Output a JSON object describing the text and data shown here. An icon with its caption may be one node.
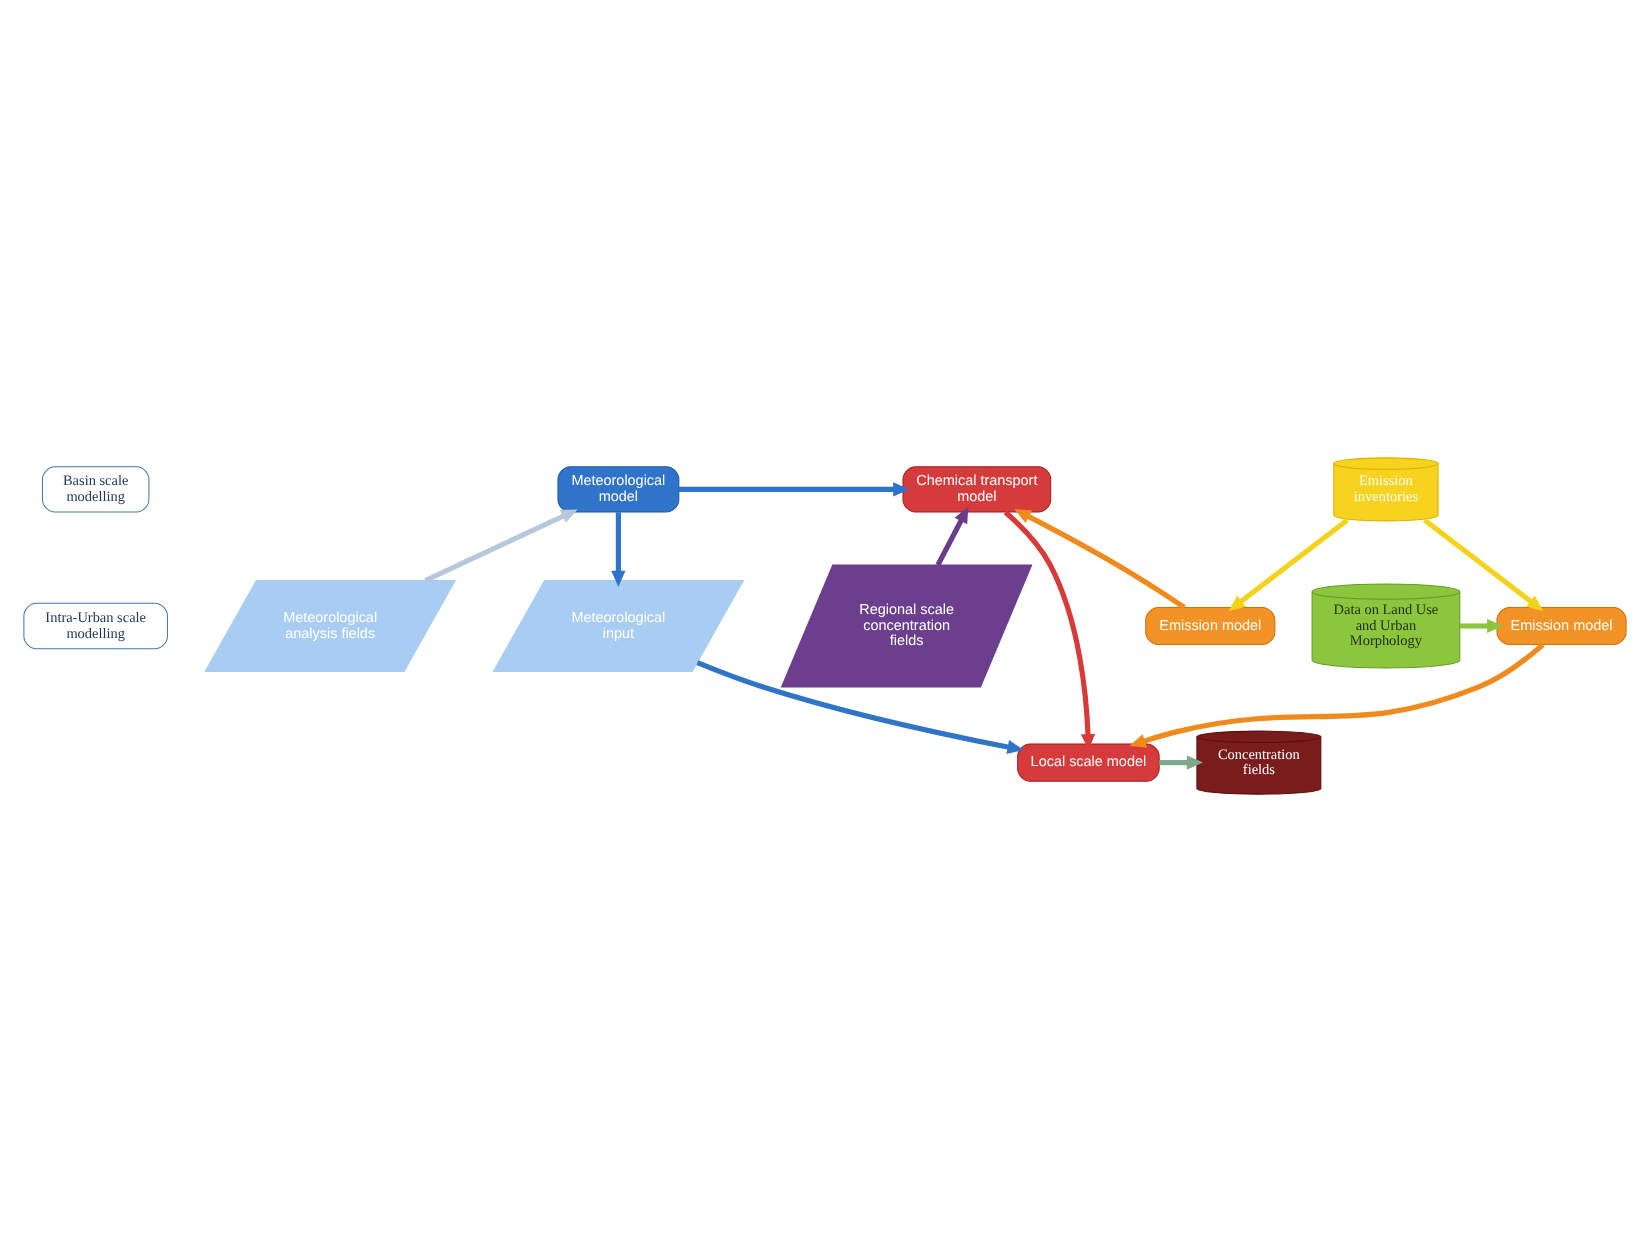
{
  "diagram": {
    "nodes": [
      {
        "text": [
          "Basin scale modelling"
        ]
      },
      {
        "text": [
          "Meteorological analysis fields"
        ]
      },
      {
        "text": [
          "Regional scale concentration fields"
        ]
      },
      {
        "text": [
          "Emission model"
        ]
      },
      {
        "text": [
          "Meteorological model"
        ]
      },
      {
        "text": [
          "Chemical transport model"
        ]
      },
      {
        "text": [
          "Emission inventories"
        ]
      },
      {
        "text": [
          "Meteorological input"
        ]
      },
      {
        "text": [
          "Emission model"
        ]
      },
      {
        "text": [
          "Data on Land Use and Urban Morphology"
        ]
      },
      {
        "text": [
          "Intra-Urban scale modelling"
        ]
      },
      {
        "text": [
          "Local scale model"
        ]
      },
      {
        "text": [
          "Concentration fields"
        ]
      }
    ],
    "edges": [
      {
        "from": 1,
        "to": 4,
        "arrow": "to",
        "color": "#b8c8dc"
      },
      {
        "from": 2,
        "to": 5,
        "arrow": "to",
        "color": "#6a3d8c"
      },
      {
        "from": 4,
        "to": 5,
        "arrow": "to"
      },
      {
        "from": 3,
        "to": 5,
        "arrow": "to",
        "color": "#f08a1c"
      },
      {
        "from": 6,
        "to": 3,
        "arrow": "to",
        "color": "#f5d21a"
      },
      {
        "from": 4,
        "to": 7,
        "arrow": "to"
      },
      {
        "from": 5,
        "to": 11,
        "arrow": "to",
        "color": "#d83a3a"
      },
      {
        "from": 6,
        "to": 8,
        "arrow": "to",
        "color": "#f5d21a"
      },
      {
        "from": 9,
        "to": 8,
        "arrow": "to",
        "color": "#8cc63f"
      },
      {
        "from": 7,
        "to": 11,
        "arrow": "to"
      },
      {
        "from": 8,
        "to": 11,
        "arrow": "to",
        "color": "#f08a1c"
      },
      {
        "from": 11,
        "to": 12,
        "arrow": "to",
        "color": "#7fa88a"
      }
    ]
  }
}
